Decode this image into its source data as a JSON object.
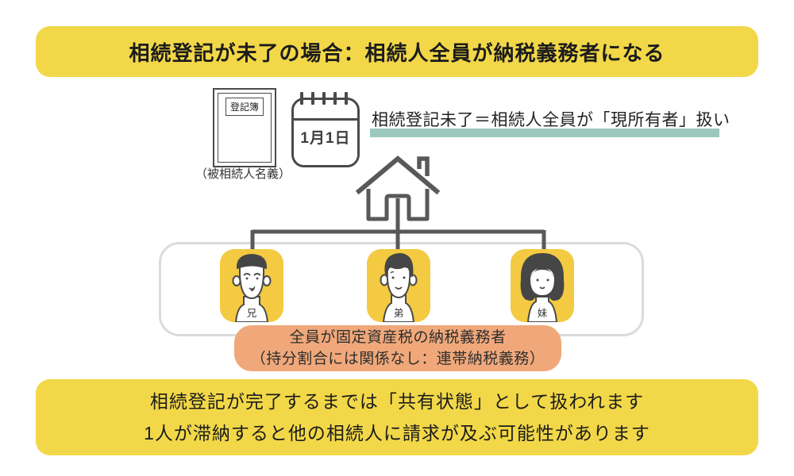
{
  "title_banner": {
    "text": "相続登記が未了の場合：相続人全員が納税義務者になる"
  },
  "registry_doc": {
    "label": "登記簿",
    "caption": "（被相続人名義）"
  },
  "calendar": {
    "date": "1月1日"
  },
  "headline": {
    "text": "相続登記未了＝相続人全員が「現所有者」扱い"
  },
  "heirs": [
    {
      "label": "兄"
    },
    {
      "label": "弟"
    },
    {
      "label": "妹"
    }
  ],
  "tax_note": {
    "line1": "全員が固定資産税の納税義務者",
    "line2": "（持分割合には関係なし：連帯納税義務）"
  },
  "footer_banner": {
    "line1": "相続登記が完了するまでは「共有状態」として扱われます",
    "line2": "1人が滞納すると他の相続人に請求が及ぶ可能性があります"
  },
  "colors": {
    "banner_yellow": "#F2D848",
    "avatar_yellow": "#F3CA41",
    "note_orange": "#F0A87A",
    "underline_teal": "#9CC8BC",
    "line_gray": "#595959",
    "container_border": "#DBDBDB"
  }
}
